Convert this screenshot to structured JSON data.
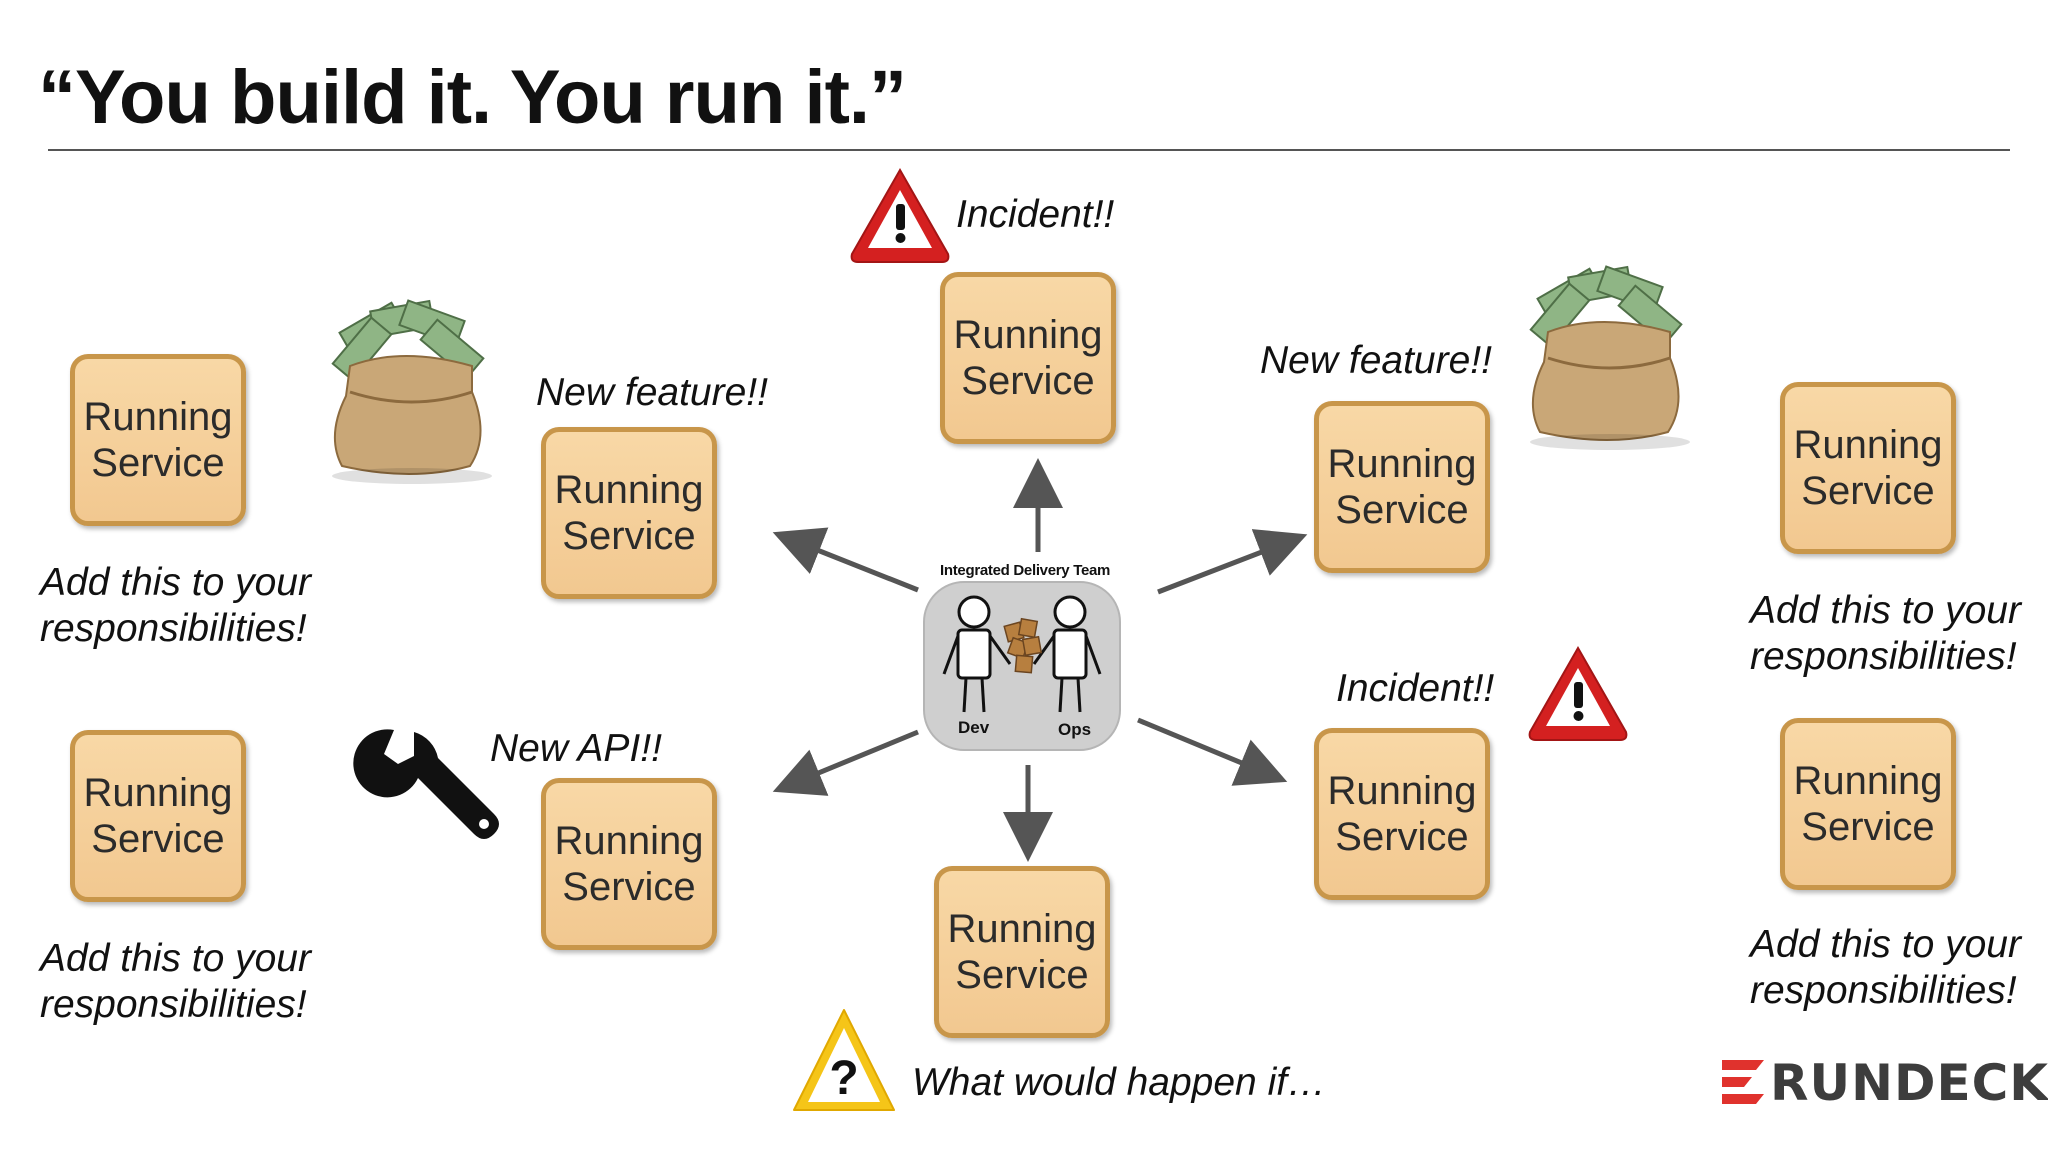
{
  "title": "“You build it. You run it.”",
  "services": [
    {
      "id": "left-top",
      "line1": "Running",
      "line2": "Service"
    },
    {
      "id": "left-bottom",
      "line1": "Running",
      "line2": "Service"
    },
    {
      "id": "inner-left-top",
      "line1": "Running",
      "line2": "Service"
    },
    {
      "id": "inner-left-bottom",
      "line1": "Running",
      "line2": "Service"
    },
    {
      "id": "top-center",
      "line1": "Running",
      "line2": "Service"
    },
    {
      "id": "bottom-center",
      "line1": "Running",
      "line2": "Service"
    },
    {
      "id": "inner-right-top",
      "line1": "Running",
      "line2": "Service"
    },
    {
      "id": "inner-right-bottom",
      "line1": "Running",
      "line2": "Service"
    },
    {
      "id": "right-top",
      "line1": "Running",
      "line2": "Service"
    },
    {
      "id": "right-bottom",
      "line1": "Running",
      "line2": "Service"
    }
  ],
  "notes": {
    "responsibility_line1": "Add this to your",
    "responsibility_line2": "responsibilities!",
    "incident": "Incident!!",
    "new_feature": "New feature!!",
    "new_api": "New API!!",
    "what_if": "What would happen if…"
  },
  "team": {
    "caption": "Integrated Delivery Team",
    "dev": "Dev",
    "ops": "Ops"
  },
  "logo": {
    "text": "RUNDECK"
  },
  "icons": [
    "warning-icon",
    "question-warning-icon",
    "money-bag-icon",
    "wrench-icon",
    "person-icon",
    "boxes-icon",
    "rundeck-logo-icon"
  ],
  "colors": {
    "service_fill": "#f5cf98",
    "service_border": "#c8964a",
    "warning_red": "#d42020",
    "question_yellow": "#f5c518",
    "logo_red": "#e0322d",
    "arrow": "#555555"
  }
}
